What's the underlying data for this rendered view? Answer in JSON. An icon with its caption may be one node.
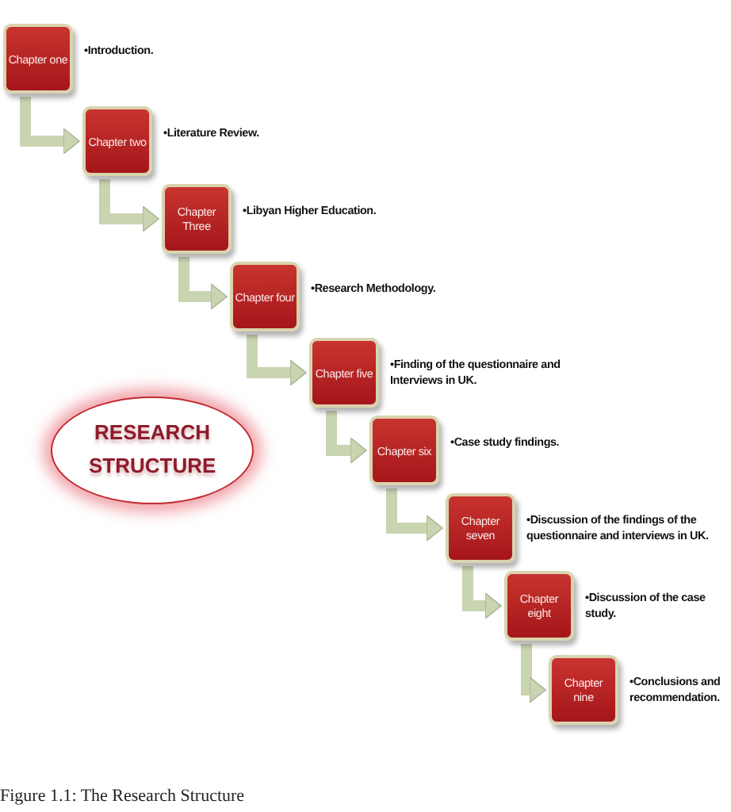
{
  "diagram": {
    "caption": "Figure 1.1: The Research Structure",
    "nodes": [
      {
        "text": [
          "Chapter one"
        ],
        "beside": [
          "•Introduction."
        ]
      },
      {
        "text": [
          "Chapter two"
        ],
        "beside": [
          "•Literature Review."
        ]
      },
      {
        "text": [
          "Chapter Three"
        ],
        "beside": [
          "•Libyan Higher Education."
        ]
      },
      {
        "text": [
          "Chapter four"
        ],
        "beside": [
          "•Research Methodology."
        ]
      },
      {
        "text": [
          "Chapter five"
        ],
        "beside": [
          "•Finding of the questionnaire and Interviews in UK."
        ]
      },
      {
        "text": [
          "Chapter six"
        ],
        "beside": [
          "•Case study findings."
        ]
      },
      {
        "text": [
          "Chapter seven"
        ],
        "beside": [
          "•Discussion of the findings of the questionnaire and interviews in UK."
        ]
      },
      {
        "text": [
          "Chapter eight"
        ],
        "beside": [
          "•Discussion of the case study."
        ]
      },
      {
        "text": [
          "Chapter nine"
        ],
        "beside": [
          "•Conclusions and recommendation."
        ]
      },
      {
        "text": [
          "RESEARCH STRUCTURE"
        ]
      }
    ],
    "edges": [
      {
        "from": 0,
        "to": 1,
        "arrow": "to"
      },
      {
        "from": 1,
        "to": 2,
        "arrow": "to"
      },
      {
        "from": 2,
        "to": 3,
        "arrow": "to"
      },
      {
        "from": 3,
        "to": 4,
        "arrow": "to"
      },
      {
        "from": 4,
        "to": 5,
        "arrow": "to"
      },
      {
        "from": 5,
        "to": 6,
        "arrow": "to"
      },
      {
        "from": 6,
        "to": 7,
        "arrow": "to"
      },
      {
        "from": 7,
        "to": 8,
        "arrow": "to"
      }
    ]
  }
}
